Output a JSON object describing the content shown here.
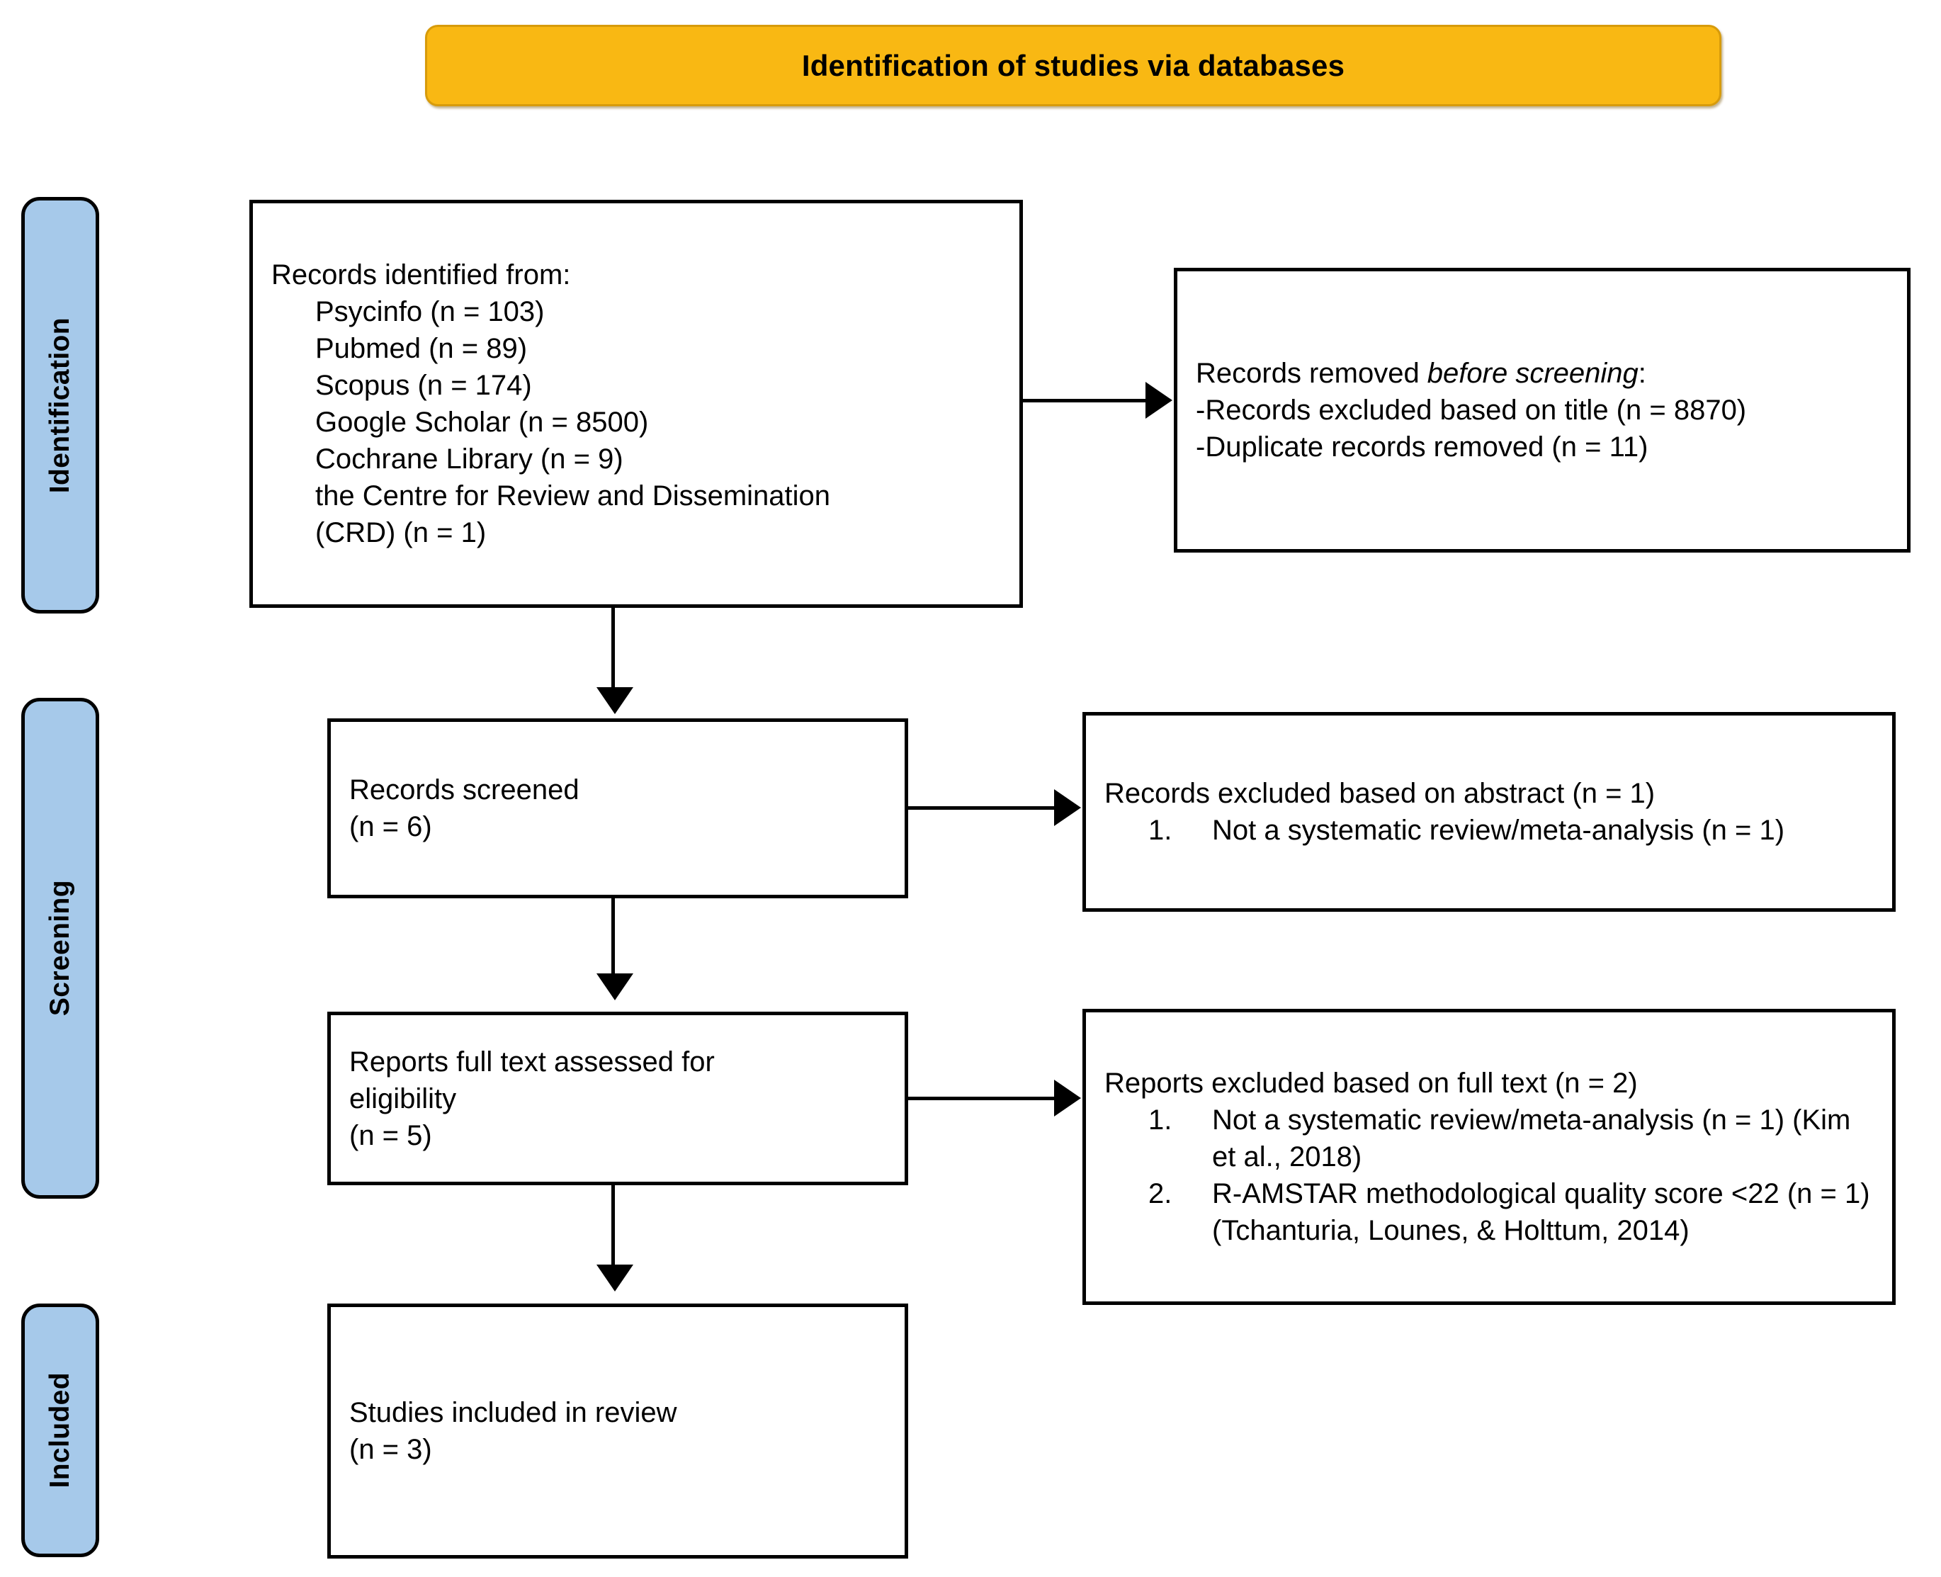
{
  "banner": {
    "title": "Identification of studies via databases",
    "color": "#F9B813"
  },
  "stages": {
    "identification": "Identification",
    "screening": "Screening",
    "included": "Included",
    "color": "#A6C9EA"
  },
  "identified": {
    "heading": "Records identified from:",
    "sources": [
      "Psycinfo (n = 103)",
      "Pubmed (n = 89)",
      "Scopus (n = 174)",
      "Google Scholar (n = 8500)",
      "Cochrane Library (n = 9)",
      "the Centre for Review and Dissemination",
      "(CRD) (n = 1)"
    ]
  },
  "removed_before": {
    "heading_prefix": "Records removed ",
    "heading_italic": "before screening",
    "heading_suffix": ":",
    "lines": [
      "-Records excluded based on title (n = 8870)",
      "-Duplicate records removed (n = 11)"
    ]
  },
  "screened": {
    "label": "Records screened",
    "count": "(n = 6)"
  },
  "excluded_abstract": {
    "heading": "Records excluded based on abstract (n = 1)",
    "items": [
      {
        "marker": "1.",
        "text": "Not a systematic review/meta-analysis\n(n = 1)"
      }
    ]
  },
  "fulltext": {
    "label_line1": "Reports full text assessed for",
    "label_line2": "eligibility",
    "count": "(n = 5)"
  },
  "excluded_fulltext": {
    "heading": "Reports excluded based on full text (n = 2)",
    "items": [
      {
        "marker": "1.",
        "text": "Not a systematic review/meta-analysis\n(n = 1) (Kim et al., 2018)"
      },
      {
        "marker": "2.",
        "text": "R-AMSTAR methodological quality score\n<22 (n = 1) (Tchanturia, Lounes, &\nHolttum, 2014)"
      }
    ]
  },
  "included": {
    "label": "Studies included in review",
    "count": "(n = 3)"
  }
}
